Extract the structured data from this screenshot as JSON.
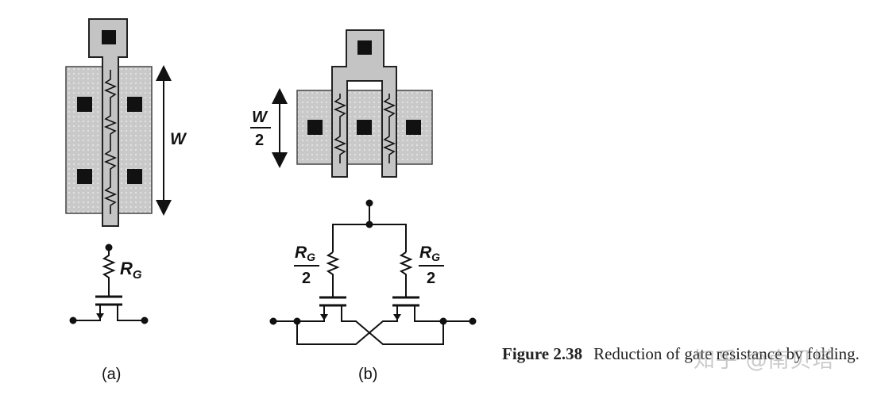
{
  "diagram_a": {
    "width_label": "W",
    "resistor_label_main": "R",
    "resistor_label_sub": "G",
    "panel_label": "(a)"
  },
  "diagram_b": {
    "width_label_num": "W",
    "width_label_den": "2",
    "resistor_left_main": "R",
    "resistor_left_sub": "G",
    "resistor_left_den": "2",
    "resistor_right_main": "R",
    "resistor_right_sub": "G",
    "resistor_right_den": "2",
    "panel_label": "(b)"
  },
  "caption": {
    "figure_number": "Figure 2.38",
    "text": "Reduction of gate resistance by folding."
  },
  "watermark": "知乎 @南贝塔",
  "colors": {
    "diffusion": "#c8c8c8",
    "gate_poly": "#c4c4c4",
    "contact": "#111111",
    "stroke": "#222222"
  }
}
